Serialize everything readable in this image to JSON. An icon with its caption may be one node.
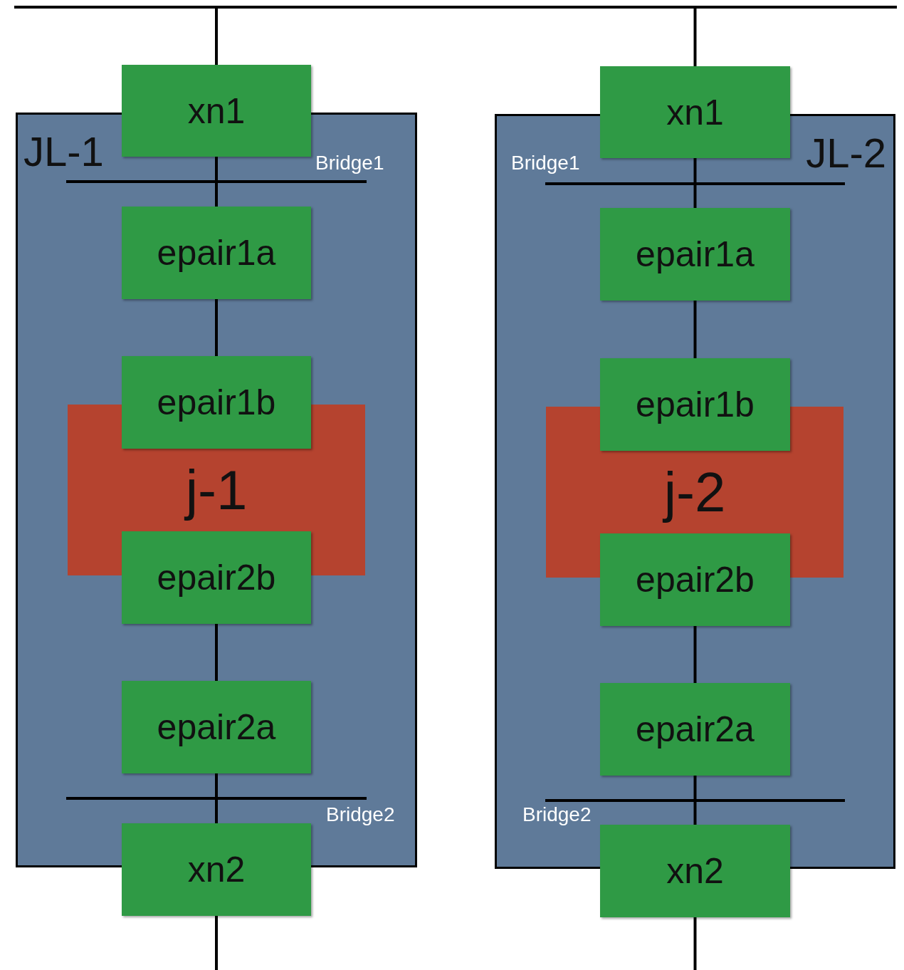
{
  "diagram": {
    "nodes": [
      {
        "text": [],
        "shape": "bar"
      },
      {
        "text": [
          "JL-1"
        ]
      },
      {
        "text": [
          "xn1"
        ]
      },
      {
        "text": [
          "epair1a"
        ],
        "in": 1
      },
      {
        "text": [
          "epair1b"
        ],
        "in": 1
      },
      {
        "text": [
          "j-1"
        ],
        "in": 1
      },
      {
        "text": [
          "epair2b"
        ],
        "in": 1
      },
      {
        "text": [
          "epair2a"
        ],
        "in": 1
      },
      {
        "text": [
          "xn2"
        ]
      },
      {
        "text": [
          "JL-2"
        ]
      },
      {
        "text": [
          "xn1"
        ]
      },
      {
        "text": [
          "epair1a"
        ],
        "in": 9
      },
      {
        "text": [
          "epair1b"
        ],
        "in": 9
      },
      {
        "text": [
          "j-2"
        ],
        "in": 9
      },
      {
        "text": [
          "epair2b"
        ],
        "in": 9
      },
      {
        "text": [
          "epair2a"
        ],
        "in": 9
      },
      {
        "text": [
          "xn2"
        ]
      }
    ],
    "edges": [
      {
        "from": 0,
        "to": 2,
        "arrow": "none"
      },
      {
        "from": 2,
        "to": 3,
        "arrow": "none"
      },
      {
        "from": 3,
        "to": 4,
        "arrow": "none"
      },
      {
        "from": 6,
        "to": 7,
        "arrow": "none"
      },
      {
        "from": 7,
        "to": 8,
        "arrow": "none"
      },
      {
        "from": 8,
        "to": null,
        "arrow": "none"
      },
      {
        "from": 0,
        "to": 10,
        "arrow": "none"
      },
      {
        "from": 10,
        "to": 11,
        "arrow": "none"
      },
      {
        "from": 11,
        "to": 12,
        "arrow": "none"
      },
      {
        "from": 14,
        "to": 15,
        "arrow": "none"
      },
      {
        "from": 15,
        "to": 16,
        "arrow": "none"
      },
      {
        "from": 16,
        "to": null,
        "arrow": "none"
      }
    ],
    "labels": [
      "Bridge1",
      "Bridge1",
      "Bridge2",
      "Bridge2"
    ]
  }
}
